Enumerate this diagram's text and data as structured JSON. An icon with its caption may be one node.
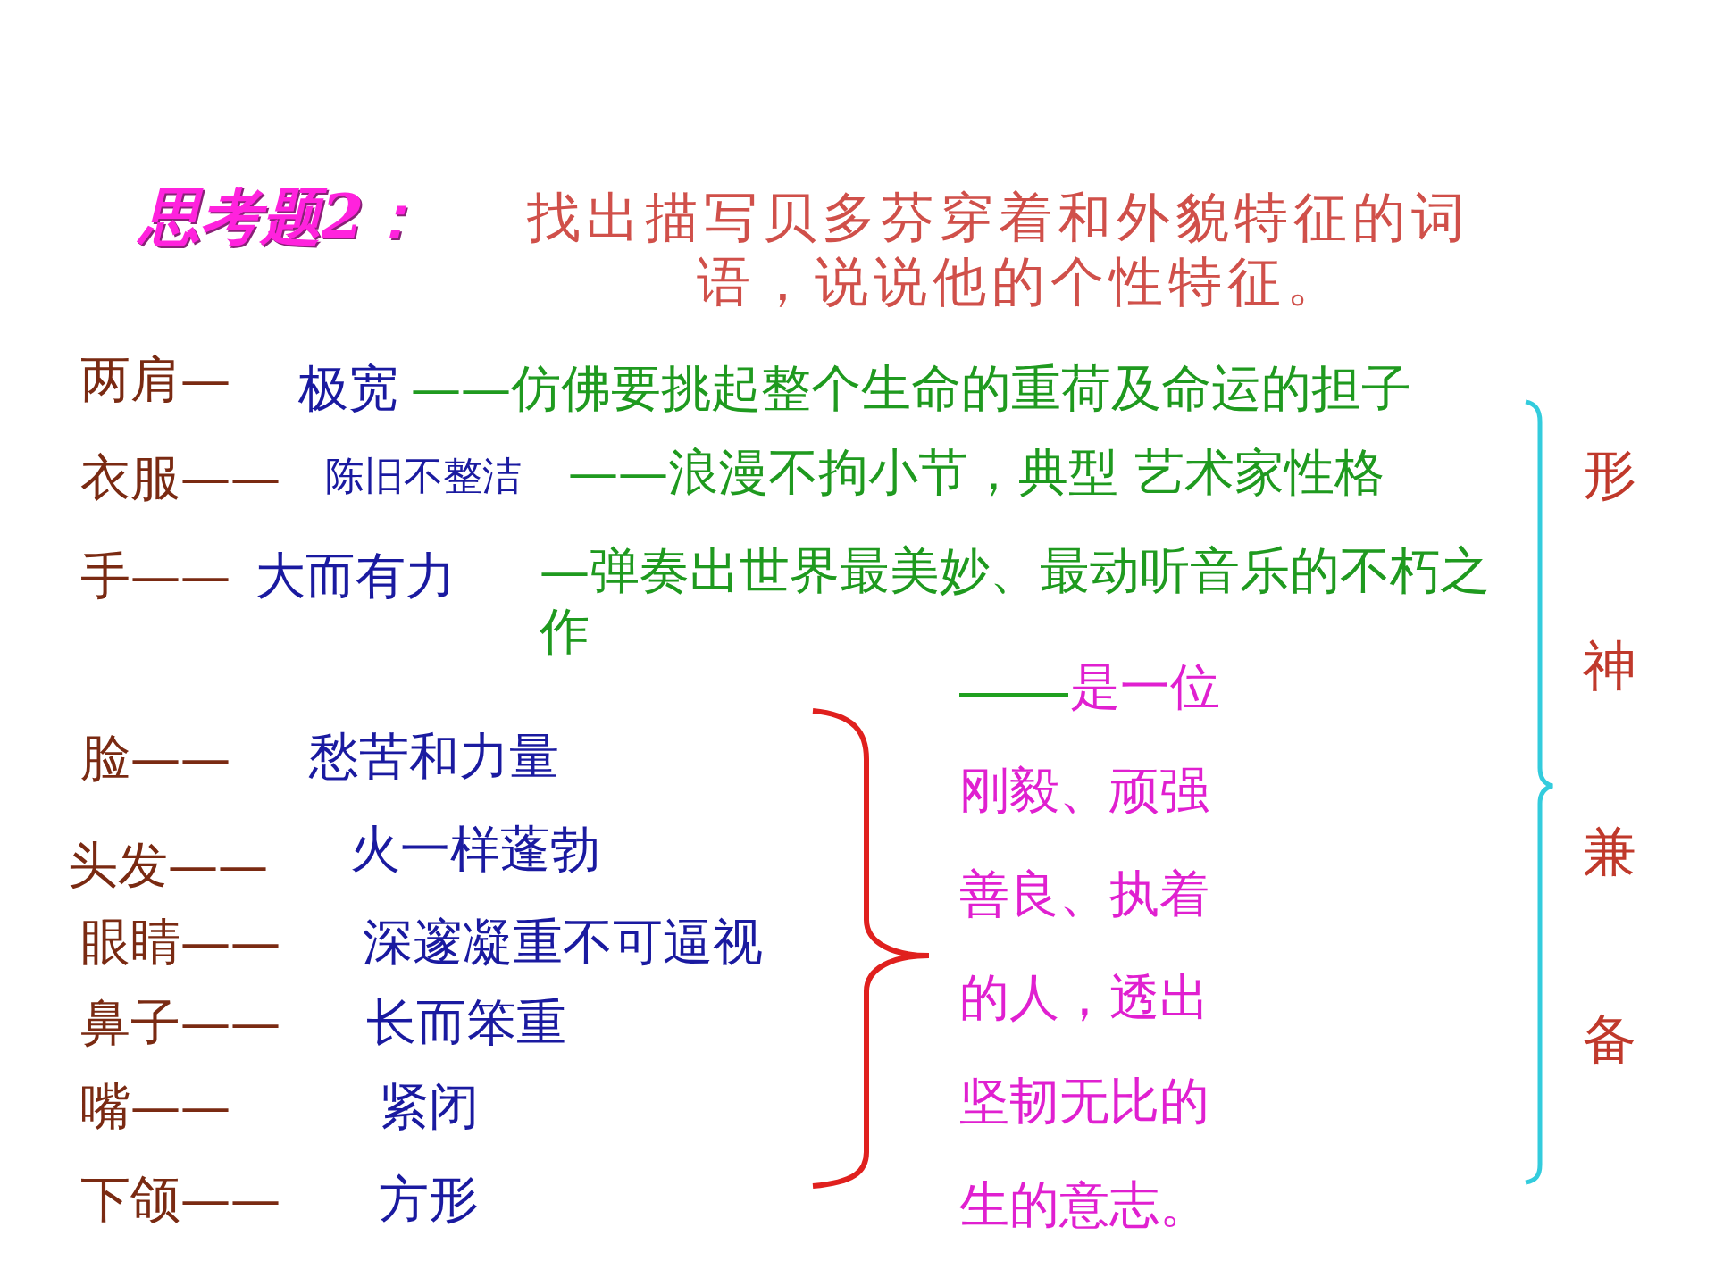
{
  "diagram": {
    "title": "思考题2：",
    "labels": [
      "找出描写贝多芬穿着和外貌特征的词语，说说他的个性特征。",
      "两肩—",
      "极宽",
      "——仿佛要挑起整个生命的重荷及命运的担子",
      "衣服——",
      "陈旧不整洁",
      "——浪漫不拘小节，典型 艺术家性格",
      "手——",
      "大而有力",
      "—弹奏出世界最美妙、最动听音乐的不朽之作",
      "脸——",
      "愁苦和力量",
      "头发——",
      "火一样蓬勃",
      "眼睛——",
      "深邃凝重不可逼视",
      "鼻子——",
      "长而笨重",
      "嘴——",
      "紧闭",
      "下颌——",
      "方形",
      "是一位刚毅、顽强善良、执着的人，透出坚韧无比的生的意志。",
      "形神兼备"
    ]
  }
}
